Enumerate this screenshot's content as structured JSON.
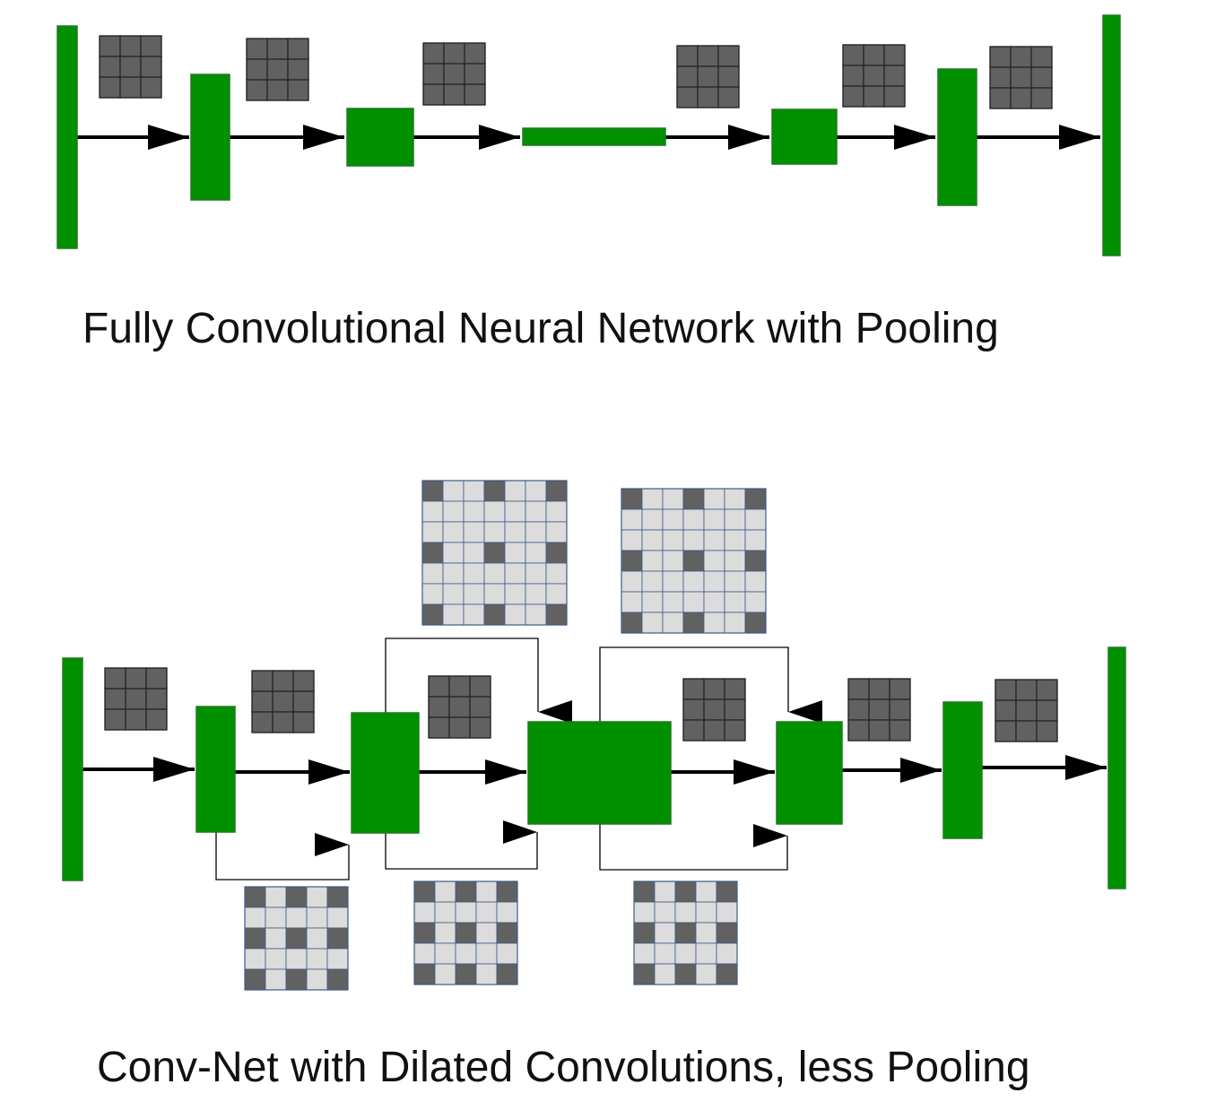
{
  "captions": {
    "top": "Fully Convolutional Neural Network with Pooling",
    "bottom": "Conv-Net with Dilated Convolutions, less Pooling"
  },
  "colors": {
    "layer_fill": "#009000",
    "layer_stroke": "#1f7a1f",
    "kernel_active": "#616161",
    "kernel_inactive": "#dcdcdc",
    "kernel_grid_line": "#3f5a8a",
    "arrow": "#000000",
    "text": "#111111"
  },
  "diagrams": [
    {
      "name": "fully-convolutional-with-pooling",
      "layer_count": 7,
      "kernels": [
        "3x3",
        "3x3",
        "3x3",
        "3x3",
        "3x3",
        "3x3"
      ]
    },
    {
      "name": "dilated-convolutions-less-pooling",
      "layer_count": 7,
      "kernels": [
        "3x3",
        "3x3",
        "3x3",
        "3x3",
        "3x3",
        "3x3"
      ],
      "dilated_kernels": [
        "5x5 dilation 2",
        "5x5 dilation 2",
        "5x5 dilation 2",
        "7x7 dilation 3",
        "7x7 dilation 3"
      ]
    }
  ]
}
